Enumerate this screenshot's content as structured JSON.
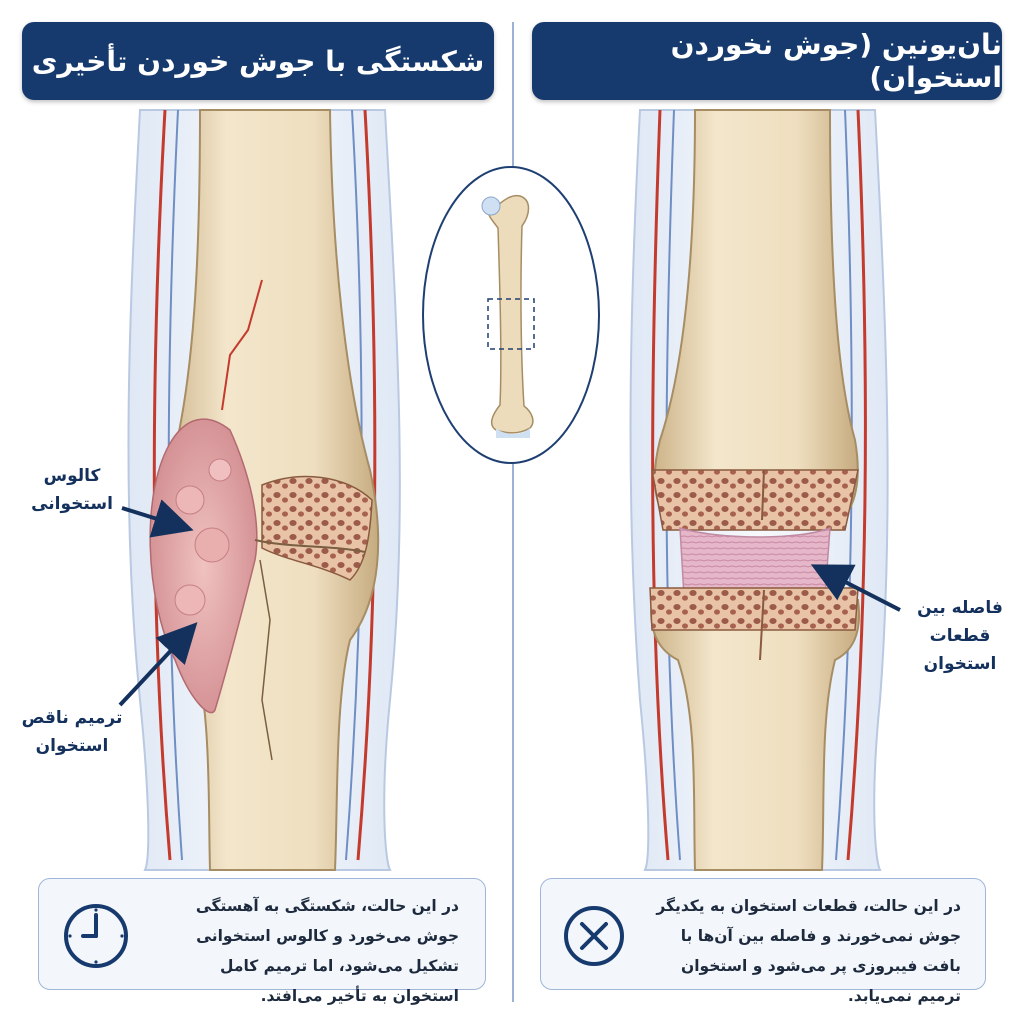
{
  "panels": {
    "left_title": "شکستگی با جوش خوردن تأخیری",
    "right_title": "نان‌یونین (جوش نخوردن استخوان)"
  },
  "labels": {
    "callus": "کالوس استخوانی",
    "incomplete_repair": "ترمیم ناقص استخوان",
    "gap": "فاصله بین قطعات استخوان"
  },
  "notes": {
    "left": "در این حالت، شکستگی به آهستگی جوش می‌خورد و کالوس استخوانی تشکیل می‌شود، اما ترمیم کامل استخوان به تأخیر می‌افتد.",
    "right": "در این حالت، قطعات استخوان به یکدیگر جوش نمی‌خورند و فاصله بین آن‌ها با بافت فیبروزی پر می‌شود و استخوان ترمیم نمی‌یابد."
  },
  "icons": {
    "left": "clock-icon",
    "right": "x-circle-icon",
    "center": "femur-icon"
  },
  "colors": {
    "header_bg": "#173a6e",
    "bone": "#ead9b8",
    "callus": "#e2a6a8",
    "vessel": "#c43b2e",
    "nerve": "#6f8fc4"
  }
}
